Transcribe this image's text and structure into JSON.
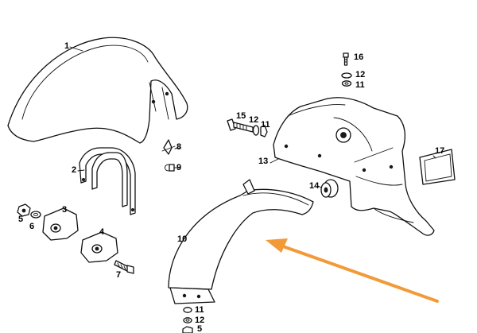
{
  "diagram": {
    "labels": [
      "1",
      "2",
      "3",
      "4",
      "5",
      "6",
      "7",
      "8",
      "9",
      "10",
      "11",
      "12",
      "5",
      "11",
      "12",
      "13",
      "14",
      "15",
      "16",
      "12",
      "11",
      "17"
    ],
    "arrow_color": "#F29A38"
  }
}
